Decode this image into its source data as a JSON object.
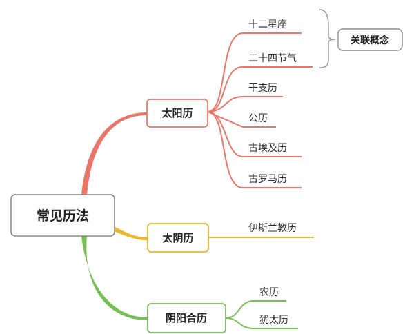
{
  "root": {
    "label": "常见历法"
  },
  "colors": {
    "solar": "#e8776a",
    "lunar": "#e8b92c",
    "lunisolar": "#76bf55",
    "border": "#8a8a8a"
  },
  "branches": [
    {
      "label": "太阳历",
      "children": [
        "十二星座",
        "二十四节气",
        "干支历",
        "公历",
        "古埃及历",
        "古罗马历"
      ]
    },
    {
      "label": "太阴历",
      "children": [
        "伊斯兰教历"
      ]
    },
    {
      "label": "阴阳合历",
      "children": [
        "农历",
        "犹太历"
      ]
    }
  ],
  "relation": {
    "label": "关联概念"
  }
}
